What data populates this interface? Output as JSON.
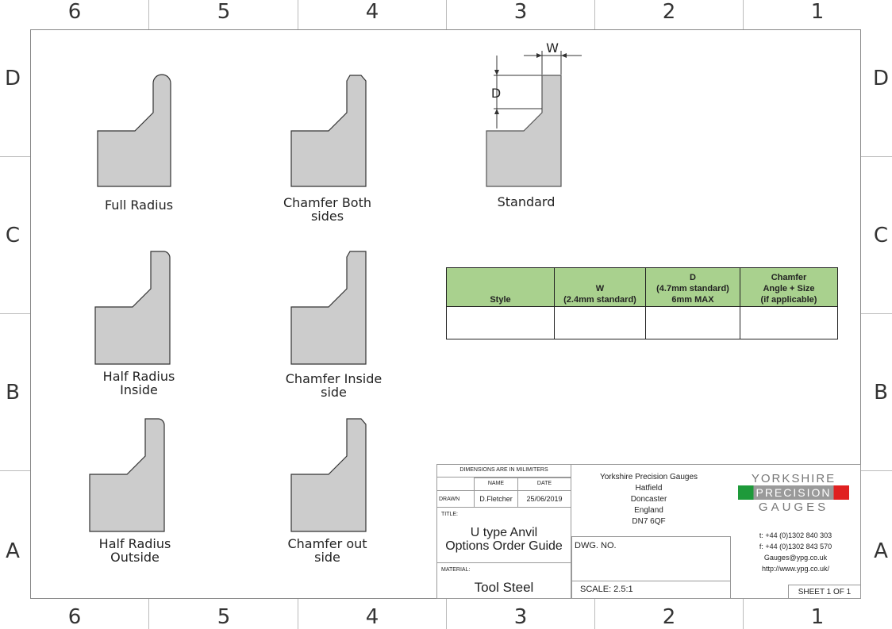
{
  "border": {
    "columns_top": [
      "6",
      "5",
      "4",
      "3",
      "2",
      "1"
    ],
    "columns_bottom": [
      "6",
      "5",
      "4",
      "3",
      "2",
      "1"
    ],
    "rows_left": [
      "D",
      "C",
      "B",
      "A"
    ],
    "rows_right": [
      "D",
      "C",
      "B",
      "A"
    ]
  },
  "profiles": {
    "full_radius": "Full Radius",
    "chamfer_both": "Chamfer Both sides",
    "standard": "Standard",
    "half_radius_inside": "Half Radius Inside",
    "chamfer_inside": "Chamfer Inside side",
    "half_radius_outside": "Half Radius Outside",
    "chamfer_out": "Chamfer out side"
  },
  "dimensions": {
    "w": "W",
    "d": "D"
  },
  "spec_table": {
    "headers": [
      [
        "Style"
      ],
      [
        "W",
        "(2.4mm standard)"
      ],
      [
        "D",
        "(4.7mm standard)",
        "6mm MAX"
      ],
      [
        "Chamfer",
        "Angle + Size",
        "(if applicable)"
      ]
    ],
    "rows": [
      [
        "",
        "",
        "",
        ""
      ]
    ]
  },
  "title_block": {
    "dimensions_note": "DIMENSIONS ARE IN MILIMITERS",
    "name_header": "NAME",
    "date_header": "DATE",
    "drawn_label": "DRAWN",
    "drawn_name": "D.Fletcher",
    "drawn_date": "25/06/2019",
    "title_label": "TITLE:",
    "title_line1": "U type Anvil",
    "title_line2": "Options Order Guide",
    "material_label": "MATERIAL:",
    "material": "Tool Steel",
    "company": [
      "Yorkshire Precision Gauges",
      "Hatfield",
      "Doncaster",
      "England",
      "DN7 6QF"
    ],
    "dwg_no_label": "DWG.  NO.",
    "scale_label": "SCALE:  2.5:1",
    "sheet_label": "SHEET 1 OF 1",
    "logo": {
      "line1": "YORKSHIRE",
      "line2": "PRECISION",
      "line3": "GAUGES"
    },
    "contact": [
      "t: +44 (0)1302  840 303",
      "f: +44 (0)1302 843 570",
      "Gauges@ypg.co.uk",
      "http://www.ypg.co.uk/"
    ]
  },
  "colors": {
    "shape_fill": "#cccccc",
    "table_header": "#a9d18e",
    "logo_green": "#1e9a3a",
    "logo_red": "#e02020"
  }
}
